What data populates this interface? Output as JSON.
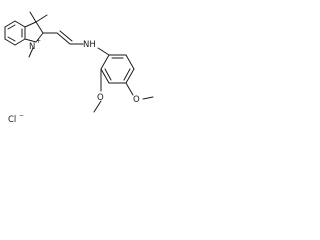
{
  "molecule": {
    "labels": {
      "indolium_n": "N",
      "indolium_charge": "+",
      "amine_nh": "NH",
      "methoxy_2": "O",
      "methoxy_4": "O",
      "counterion": "Cl",
      "counterion_charge": "−"
    }
  }
}
